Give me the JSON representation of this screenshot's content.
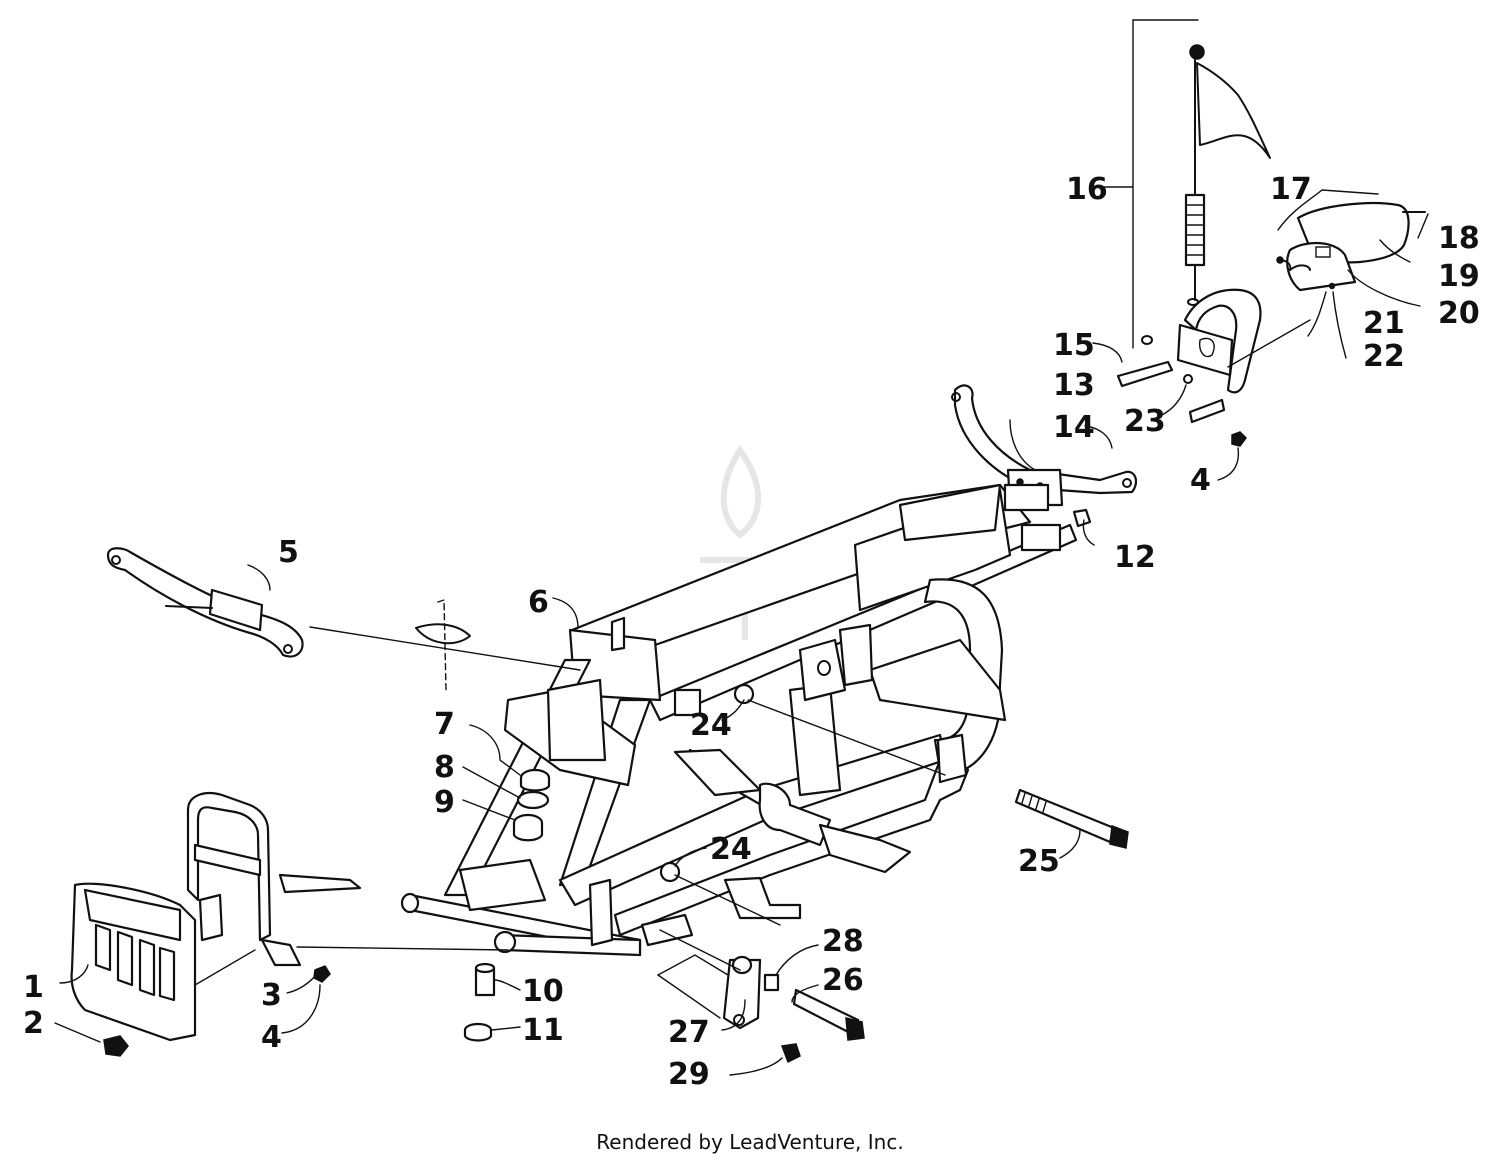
{
  "diagram": {
    "footer": "Rendered by LeadVenture, Inc.",
    "callouts": [
      {
        "id": "1",
        "text": "1"
      },
      {
        "id": "2",
        "text": "2"
      },
      {
        "id": "3",
        "text": "3"
      },
      {
        "id": "4a",
        "text": "4"
      },
      {
        "id": "4b",
        "text": "4"
      },
      {
        "id": "5",
        "text": "5"
      },
      {
        "id": "6",
        "text": "6"
      },
      {
        "id": "7",
        "text": "7"
      },
      {
        "id": "8",
        "text": "8"
      },
      {
        "id": "9",
        "text": "9"
      },
      {
        "id": "10",
        "text": "10"
      },
      {
        "id": "11",
        "text": "11"
      },
      {
        "id": "12",
        "text": "12"
      },
      {
        "id": "13",
        "text": "13"
      },
      {
        "id": "14",
        "text": "14"
      },
      {
        "id": "15",
        "text": "15"
      },
      {
        "id": "16",
        "text": "16"
      },
      {
        "id": "17",
        "text": "17"
      },
      {
        "id": "18",
        "text": "18"
      },
      {
        "id": "19",
        "text": "19"
      },
      {
        "id": "20",
        "text": "20"
      },
      {
        "id": "21",
        "text": "21"
      },
      {
        "id": "22",
        "text": "22"
      },
      {
        "id": "23",
        "text": "23"
      },
      {
        "id": "24a",
        "text": "24"
      },
      {
        "id": "24b",
        "text": "24"
      },
      {
        "id": "25",
        "text": "25"
      },
      {
        "id": "26",
        "text": "26"
      },
      {
        "id": "27",
        "text": "27"
      },
      {
        "id": "28",
        "text": "28"
      },
      {
        "id": "29",
        "text": "29"
      }
    ]
  }
}
